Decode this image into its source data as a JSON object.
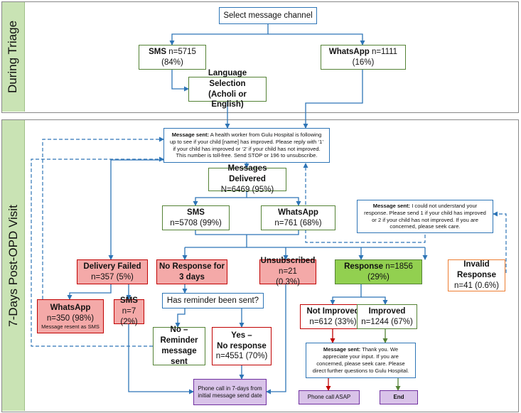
{
  "sections": {
    "triage": "During Triage",
    "post_opd": "7-Days Post-OPD Visit"
  },
  "nodes": {
    "select_channel": {
      "text": "Select message channel"
    },
    "sms_triage": {
      "label": "SMS",
      "n": " n=5715",
      "pct": "(84%)"
    },
    "whatsapp_triage": {
      "label": "WhatsApp",
      "n": " n=1111",
      "pct": "(16%)"
    },
    "language": {
      "line1": "Language Selection",
      "line2": "(Acholi or English)"
    },
    "message_sent_1": {
      "label": "Message sent:",
      "text": " A health worker from Gulu Hospital is following up to see if your child [name] has improved. Please reply with ‘1’ if your child has improved or ‘2’ if your child has not improved. This number is toll-free. Send STOP or 196 to unsubscribe."
    },
    "delivered": {
      "label": "Messages Delivered",
      "n": "N=6469 (95%)"
    },
    "sms_delivered": {
      "label": "SMS",
      "n": "n=5708 (99%)"
    },
    "whatsapp_delivered": {
      "label": "WhatsApp",
      "n": "n=761 (68%)"
    },
    "message_sent_2": {
      "label": "Message sent:",
      "text": " I could not understand your response. Please send 1 if your child has improved or 2 if your child has not improved. If you are concerned, please seek care."
    },
    "delivery_failed": {
      "label": "Delivery Failed",
      "n": "n=357 (5%)"
    },
    "no_response": {
      "line1": "No Response for",
      "line2": "3 days"
    },
    "unsubscribed": {
      "label": "Unsubscribed",
      "n": " n=21",
      "pct": "(0.3%)"
    },
    "response": {
      "label": "Response",
      "n": " n=1856",
      "pct": "(29%)"
    },
    "invalid": {
      "line1": "Invalid",
      "line2": "Response",
      "n": "n=41 (0.6%)"
    },
    "whatsapp_failed": {
      "label": "WhatsApp",
      "n": "n=350 (98%)",
      "note": "Message resent as SMS"
    },
    "sms_failed": {
      "label": "SMS",
      "n": " n=7",
      "pct": "(2%)"
    },
    "reminder_question": {
      "text": "Has reminder been sent?"
    },
    "no_reminder": {
      "line1": "No –",
      "line2": "Reminder",
      "line3": "message sent"
    },
    "yes_no_response": {
      "line1": "Yes –",
      "line2": "No response",
      "n": "n=4551 (70%)"
    },
    "not_improved": {
      "label": "Not Improved",
      "n": "n=612 (33%)"
    },
    "improved": {
      "label": "Improved",
      "n": "n=1244 (67%)"
    },
    "message_sent_3": {
      "label": "Message sent:",
      "text": " Thank you. We appreciate your input. If you are concerned, please seek care. Please direct further questions to Gulu Hospital."
    },
    "phone_call_7days": {
      "text": "Phone call in 7-days from initial message send date"
    },
    "phone_call_asap": {
      "text": "Phone call ASAP"
    },
    "end": {
      "text": "End"
    }
  }
}
